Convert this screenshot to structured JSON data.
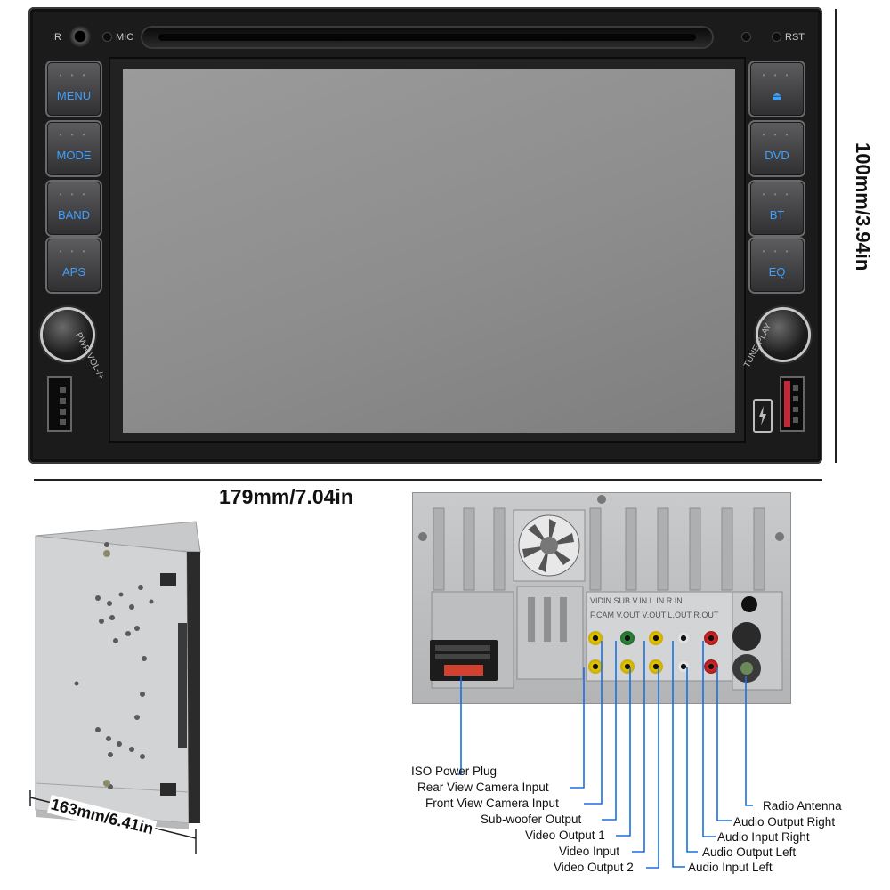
{
  "front_panel": {
    "top_labels": {
      "ir": "IR",
      "mic": "MIC",
      "rst": "RST"
    },
    "left_buttons": [
      "MENU",
      "MODE",
      "BAND",
      "APS"
    ],
    "right_buttons": [
      "eject-icon",
      "DVD",
      "BT",
      "EQ"
    ],
    "knob_left_label": "PWR.VOL-/+",
    "knob_right_label": "TUNE.PLAY",
    "button_text_color": "#3ea0ff",
    "usb_right_color": "#c2283a"
  },
  "dimensions": {
    "width": "179mm/7.04in",
    "height": "100mm/3.94in",
    "depth": "163mm/6.41in"
  },
  "rear_panel": {
    "port_labels_top": [
      "VIDIN",
      "SUB",
      "V.IN",
      "L.IN",
      "R.IN"
    ],
    "port_labels_bottom": [
      "F.CAM",
      "V.OUT",
      "V.OUT",
      "L.OUT",
      "R.OUT"
    ],
    "callouts_left": [
      "ISO Power Plug",
      "Rear View Camera Input",
      "Front View Camera Input",
      "Sub-woofer Output",
      "Video Output 1",
      "Video Input",
      "Video Output 2"
    ],
    "callouts_right": [
      "Radio Antenna",
      "Audio Output Right",
      "Audio Input Right",
      "Audio Output Left",
      "Audio Input Left"
    ],
    "leader_color": "#1a6fe0"
  }
}
